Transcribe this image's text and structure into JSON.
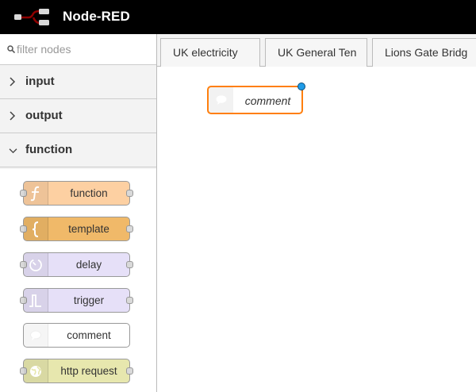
{
  "header": {
    "title": "Node-RED",
    "logo_icon": "node-red-logo-icon"
  },
  "palette": {
    "filter": {
      "placeholder": "filter nodes",
      "value": ""
    },
    "categories": [
      {
        "label": "input",
        "expanded": false
      },
      {
        "label": "output",
        "expanded": false
      },
      {
        "label": "function",
        "expanded": true
      }
    ],
    "nodes": [
      {
        "label": "function",
        "color": "#fdd0a2",
        "icon": "function-icon",
        "inputs": true,
        "outputs": true
      },
      {
        "label": "template",
        "color": "#f0b969",
        "icon": "template-icon",
        "inputs": true,
        "outputs": true
      },
      {
        "label": "delay",
        "color": "#e6e0f8",
        "icon": "timer-icon",
        "inputs": true,
        "outputs": true
      },
      {
        "label": "trigger",
        "color": "#e6e0f8",
        "icon": "trigger-icon",
        "inputs": true,
        "outputs": true
      },
      {
        "label": "comment",
        "color": "#ffffff",
        "icon": "comment-icon",
        "inputs": false,
        "outputs": false
      },
      {
        "label": "http request",
        "color": "#e7e7ae",
        "icon": "globe-icon",
        "inputs": true,
        "outputs": true
      }
    ]
  },
  "tabs": [
    {
      "label": "UK electricity"
    },
    {
      "label": "UK General Ten"
    },
    {
      "label": "Lions Gate Bridg"
    }
  ],
  "workspace": {
    "nodes": [
      {
        "label": "comment",
        "icon": "comment-icon",
        "selected": true,
        "changed": true,
        "color": "#ffffff"
      }
    ]
  },
  "colors": {
    "header_bg": "#000000",
    "selection": "#ff7f0e",
    "changed_indicator": "#1f9ce8",
    "logo_red": "#8f0000"
  }
}
